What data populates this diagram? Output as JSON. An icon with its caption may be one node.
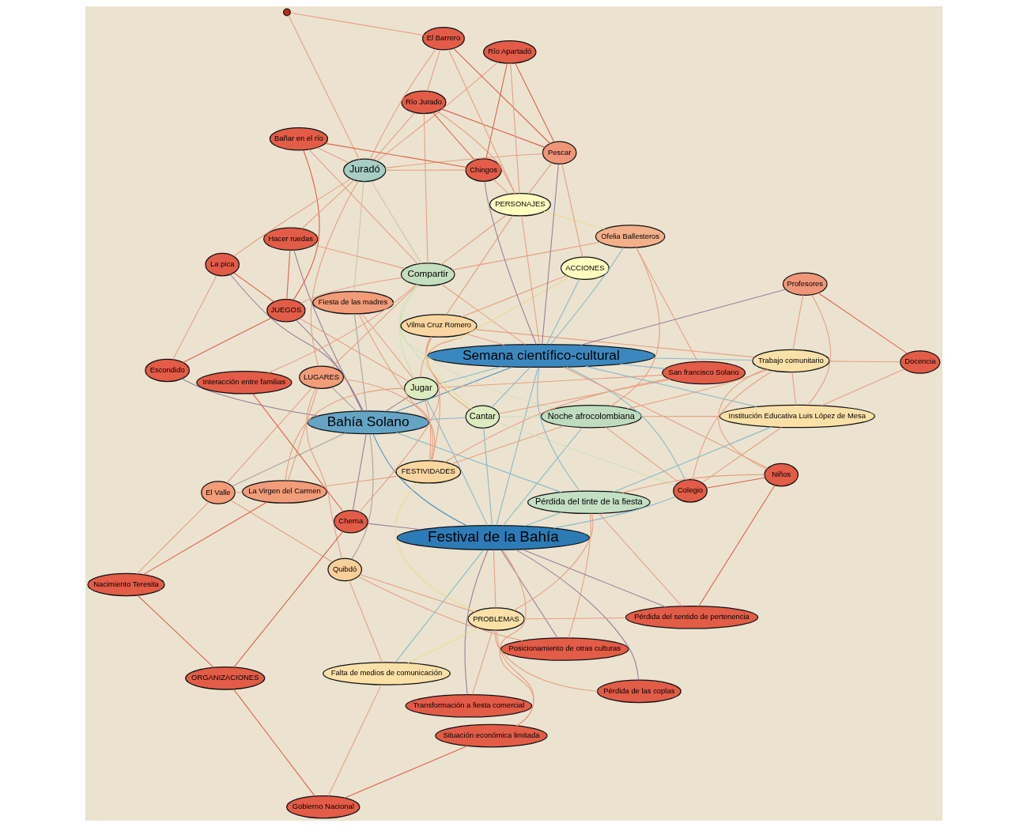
{
  "diagram": {
    "nodes": [
      {
        "text": [
          "Escondido"
        ]
      },
      {
        "text": [
          "Quibdó"
        ]
      },
      {
        "text": [
          "Bahía Solano"
        ]
      },
      {
        "text": [
          "La pica"
        ]
      },
      {
        "text": [
          "JUEGOS"
        ]
      },
      {
        "text": [
          "LUGARES"
        ]
      },
      {
        "text": [
          "El Valle"
        ]
      },
      {
        "text": [
          "Hacer ruedas"
        ]
      },
      {
        "text": [
          "Nacimiento Teresita"
        ]
      },
      {
        "text": [
          "Posicionamiento de otras culturas"
        ]
      },
      {
        "text": [
          "La Virgen del Carmen"
        ]
      },
      {
        "text": [
          "Fiesta de las madres"
        ]
      },
      {
        "text": [
          "Juradó"
        ]
      },
      {
        "text": [
          "Festival de la Bahía"
        ]
      },
      {
        "text": [
          "Compartir"
        ]
      },
      {
        "text": [
          "Bañar en el río"
        ]
      },
      {
        "text": [
          "Gobierno Nacional"
        ]
      },
      {
        "text": [
          "Jugar"
        ]
      },
      {
        "text": [
          "ORGANIZACIONES"
        ]
      },
      {
        "text": [
          "Interacción entre familias"
        ]
      },
      {
        "text": [
          "Cherna"
        ]
      },
      {
        "text": [
          "Transformación a fiesta comercial"
        ]
      },
      {
        "text": [
          "Falta de medios de comunicación"
        ]
      },
      {
        "text": [
          "San francisco Solano"
        ]
      },
      {
        "text": [
          "Vilma Cruz Romero"
        ]
      },
      {
        "text": [
          "Situación económica limitada"
        ]
      },
      {
        "text": [],
        "shape": "circle"
      },
      {
        "text": [
          "FESTIVIDADES"
        ]
      },
      {
        "text": [
          "Cantar"
        ]
      },
      {
        "text": [
          "PROBLEMAS"
        ]
      },
      {
        "text": [
          "Ofelia Ballesteros"
        ]
      },
      {
        "text": [
          "ACCIONES"
        ]
      },
      {
        "text": [
          "Pérdida de las coplas"
        ]
      },
      {
        "text": [
          "Río Jurado"
        ]
      },
      {
        "text": [
          "Chingos"
        ]
      },
      {
        "text": [
          "Noche afrocolombiana"
        ]
      },
      {
        "text": [
          "El Barrero"
        ]
      },
      {
        "text": [
          "Pescar"
        ]
      },
      {
        "text": [
          "Río Apartadó"
        ]
      },
      {
        "text": [
          "Semana científico-cultural"
        ]
      },
      {
        "text": [
          "Pérdida del tinte de la fiesta"
        ]
      },
      {
        "text": [
          "PERSONAJES"
        ]
      },
      {
        "text": [
          "Pérdida del sentido de pertenencia"
        ]
      },
      {
        "text": [
          "Institución Educativa Luis López de Mesa"
        ]
      },
      {
        "text": [
          "Colegio"
        ]
      },
      {
        "text": [
          "Niños"
        ]
      },
      {
        "text": [
          "Profesores"
        ]
      },
      {
        "text": [
          "Trabajo comunitario"
        ]
      },
      {
        "text": [
          "Docencia"
        ]
      }
    ],
    "edges": [
      {
        "from": 2,
        "to": 0,
        "arrow": "none",
        "color": "#9a7f99"
      },
      {
        "from": 2,
        "to": 3,
        "arrow": "none",
        "color": "#9a7f99"
      },
      {
        "from": 2,
        "to": 4,
        "arrow": "none",
        "color": "#9a7f99"
      },
      {
        "from": 2,
        "to": 7,
        "arrow": "none",
        "color": "#9a7f99"
      },
      {
        "from": 2,
        "to": 1,
        "arrow": "none",
        "color": "#a9a3a0"
      },
      {
        "from": 2,
        "to": 6,
        "arrow": "none",
        "color": "#a9a3a0"
      },
      {
        "from": 2,
        "to": 5,
        "arrow": "none",
        "color": "#a9a3a0"
      },
      {
        "from": 2,
        "to": 11,
        "arrow": "none",
        "color": "#a9a3a0"
      },
      {
        "from": 2,
        "to": 17,
        "arrow": "none",
        "color": "#9a7f99"
      },
      {
        "from": 2,
        "to": 13,
        "arrow": "none",
        "color": "#4a8fc0"
      },
      {
        "from": 2,
        "to": 39,
        "arrow": "none",
        "color": "#4a8fc0"
      },
      {
        "from": 2,
        "to": 28,
        "arrow": "none",
        "color": "#8ab8c8"
      },
      {
        "from": 2,
        "to": 40,
        "arrow": "none",
        "color": "#8ab8c8"
      },
      {
        "from": 2,
        "to": 20,
        "arrow": "none",
        "color": "#9a7f99"
      },
      {
        "from": 5,
        "to": 1,
        "arrow": "none"
      },
      {
        "from": 5,
        "to": 6,
        "arrow": "none"
      },
      {
        "from": 5,
        "to": 10,
        "arrow": "none"
      },
      {
        "from": 5,
        "to": 12,
        "arrow": "none"
      },
      {
        "from": 5,
        "to": 14,
        "arrow": "none"
      },
      {
        "from": 5,
        "to": 27,
        "arrow": "none"
      },
      {
        "from": 6,
        "to": 1,
        "arrow": "none"
      },
      {
        "from": 6,
        "to": 8,
        "arrow": "none"
      },
      {
        "from": 6,
        "to": 10,
        "arrow": "none"
      },
      {
        "from": 8,
        "to": 18,
        "arrow": "none",
        "color": "#e0604a"
      },
      {
        "from": 8,
        "to": 10,
        "arrow": "none",
        "color": "#e0604a"
      },
      {
        "from": 1,
        "to": 29,
        "arrow": "none"
      },
      {
        "from": 1,
        "to": 22,
        "arrow": "none"
      },
      {
        "from": 9,
        "to": 1,
        "arrow": "none"
      },
      {
        "from": 9,
        "to": 13,
        "arrow": "none",
        "color": "#9a7f99"
      },
      {
        "from": 9,
        "to": 40,
        "arrow": "none"
      },
      {
        "from": 12,
        "to": 3,
        "arrow": "none"
      },
      {
        "from": 0,
        "to": 3,
        "arrow": "none"
      },
      {
        "from": 12,
        "to": 7,
        "arrow": "none"
      },
      {
        "from": 12,
        "to": 14,
        "arrow": "none",
        "color": "#cfc3a8"
      },
      {
        "from": 12,
        "to": 15,
        "arrow": "none"
      },
      {
        "from": 12,
        "to": 33,
        "arrow": "none"
      },
      {
        "from": 12,
        "to": 36,
        "arrow": "none"
      },
      {
        "from": 12,
        "to": 34,
        "arrow": "none"
      },
      {
        "from": 12,
        "to": 38,
        "arrow": "none"
      },
      {
        "from": 12,
        "to": 26,
        "arrow": "none"
      },
      {
        "from": 12,
        "to": 37,
        "arrow": "none"
      },
      {
        "from": 12,
        "to": 11,
        "arrow": "none",
        "color": "#cfc3a8"
      },
      {
        "from": 4,
        "to": 0,
        "arrow": "none",
        "color": "#e0604a"
      },
      {
        "from": 4,
        "to": 3,
        "arrow": "none",
        "color": "#e0604a"
      },
      {
        "from": 4,
        "to": 7,
        "arrow": "none",
        "color": "#e0604a"
      },
      {
        "from": 4,
        "to": 15,
        "arrow": "none",
        "color": "#e0604a"
      },
      {
        "from": 4,
        "to": 14,
        "arrow": "none"
      },
      {
        "from": 4,
        "to": 17,
        "arrow": "none"
      },
      {
        "from": 14,
        "to": 15,
        "arrow": "none"
      },
      {
        "from": 14,
        "to": 7,
        "arrow": "none"
      },
      {
        "from": 14,
        "to": 17,
        "arrow": "none",
        "color": "#cfe0b8"
      },
      {
        "from": 14,
        "to": 19,
        "arrow": "none"
      },
      {
        "from": 14,
        "to": 28,
        "arrow": "none",
        "color": "#cfe0b8"
      },
      {
        "from": 14,
        "to": 39,
        "arrow": "none"
      },
      {
        "from": 14,
        "to": 35,
        "arrow": "none",
        "color": "#cfe0b8"
      },
      {
        "from": 14,
        "to": 30,
        "arrow": "none"
      },
      {
        "from": 14,
        "to": 41,
        "arrow": "none"
      },
      {
        "from": 14,
        "to": 33,
        "arrow": "none"
      },
      {
        "from": 15,
        "to": 34,
        "arrow": "none",
        "color": "#e0604a"
      },
      {
        "from": 17,
        "to": 11,
        "arrow": "none"
      },
      {
        "from": 17,
        "to": 13,
        "arrow": "none",
        "color": "#8ab8c8"
      },
      {
        "from": 17,
        "to": 39,
        "arrow": "none",
        "color": "#8ab8c8"
      },
      {
        "from": 17,
        "to": 23,
        "arrow": "none"
      },
      {
        "from": 17,
        "to": 27,
        "arrow": "none"
      },
      {
        "from": 17,
        "to": 31,
        "arrow": "none"
      },
      {
        "from": 17,
        "to": 10,
        "arrow": "none"
      },
      {
        "from": 13,
        "to": 21,
        "arrow": "none",
        "color": "#9a7f99"
      },
      {
        "from": 13,
        "to": 25,
        "arrow": "none"
      },
      {
        "from": 13,
        "to": 32,
        "arrow": "none",
        "color": "#9a7f99"
      },
      {
        "from": 13,
        "to": 40,
        "arrow": "none",
        "color": "#8ab8c8"
      },
      {
        "from": 13,
        "to": 29,
        "arrow": "none"
      },
      {
        "from": 13,
        "to": 22,
        "arrow": "none",
        "color": "#8ab8c8"
      },
      {
        "from": 13,
        "to": 39,
        "arrow": "none",
        "color": "#8ab8c8"
      },
      {
        "from": 13,
        "to": 35,
        "arrow": "none",
        "color": "#8ab8c8"
      },
      {
        "from": 13,
        "to": 28,
        "arrow": "none",
        "color": "#8ab8c8"
      },
      {
        "from": 13,
        "to": 44,
        "arrow": "none",
        "color": "#8ab8c8"
      },
      {
        "from": 13,
        "to": 42,
        "arrow": "none",
        "color": "#9a7f99"
      },
      {
        "from": 13,
        "to": 20,
        "arrow": "none",
        "color": "#9a7f99"
      },
      {
        "from": 16,
        "to": 18,
        "arrow": "none",
        "color": "#e0604a"
      },
      {
        "from": 16,
        "to": 25,
        "arrow": "none",
        "color": "#e0604a"
      },
      {
        "from": 16,
        "to": 22,
        "arrow": "none"
      },
      {
        "from": 18,
        "to": 20,
        "arrow": "none",
        "color": "#e0604a"
      },
      {
        "from": 19,
        "to": 20,
        "arrow": "none",
        "color": "#e0604a"
      },
      {
        "from": 20,
        "to": 24,
        "arrow": "none"
      },
      {
        "from": 29,
        "to": 22,
        "arrow": "none",
        "color": "#f0d890"
      },
      {
        "from": 29,
        "to": 25,
        "arrow": "none"
      },
      {
        "from": 29,
        "to": 21,
        "arrow": "none"
      },
      {
        "from": 29,
        "to": 32,
        "arrow": "none"
      },
      {
        "from": 29,
        "to": 40,
        "arrow": "none"
      },
      {
        "from": 29,
        "to": 42,
        "arrow": "none"
      },
      {
        "from": 29,
        "to": 27,
        "arrow": "none",
        "color": "#f0d890"
      },
      {
        "from": 39,
        "to": 24,
        "arrow": "none"
      },
      {
        "from": 39,
        "to": 30,
        "arrow": "none",
        "color": "#8ab8c8"
      },
      {
        "from": 39,
        "to": 23,
        "arrow": "none",
        "color": "#8ab8c8"
      },
      {
        "from": 39,
        "to": 31,
        "arrow": "none",
        "color": "#8ab8c8"
      },
      {
        "from": 39,
        "to": 43,
        "arrow": "none",
        "color": "#8ab8c8"
      },
      {
        "from": 39,
        "to": 44,
        "arrow": "none",
        "color": "#8ab8c8"
      },
      {
        "from": 39,
        "to": 46,
        "arrow": "none",
        "color": "#9a7f99"
      },
      {
        "from": 39,
        "to": 47,
        "arrow": "none",
        "color": "#8ab8c8"
      },
      {
        "from": 39,
        "to": 37,
        "arrow": "none",
        "color": "#9a7f99"
      },
      {
        "from": 39,
        "to": 34,
        "arrow": "none",
        "color": "#9a7f99"
      },
      {
        "from": 39,
        "to": 41,
        "arrow": "none"
      },
      {
        "from": 39,
        "to": 40,
        "arrow": "none",
        "color": "#8ab8c8"
      },
      {
        "from": 39,
        "to": 28,
        "arrow": "none",
        "color": "#8ab8c8"
      },
      {
        "from": 39,
        "to": 45,
        "arrow": "none"
      },
      {
        "from": 24,
        "to": 27,
        "arrow": "none"
      },
      {
        "from": 24,
        "to": 31,
        "arrow": "none"
      },
      {
        "from": 24,
        "to": 41,
        "arrow": "none"
      },
      {
        "from": 24,
        "to": 28,
        "arrow": "none"
      },
      {
        "from": 24,
        "to": 47,
        "arrow": "none"
      },
      {
        "from": 27,
        "to": 11,
        "arrow": "none"
      },
      {
        "from": 27,
        "to": 10,
        "arrow": "none"
      },
      {
        "from": 27,
        "to": 35,
        "arrow": "none"
      },
      {
        "from": 27,
        "to": 23,
        "arrow": "none"
      },
      {
        "from": 23,
        "to": 30,
        "arrow": "none"
      },
      {
        "from": 23,
        "to": 28,
        "arrow": "none"
      },
      {
        "from": 30,
        "to": 41,
        "arrow": "none",
        "color": "#f0d890"
      },
      {
        "from": 30,
        "to": 35,
        "arrow": "none"
      },
      {
        "from": 31,
        "to": 28,
        "arrow": "none",
        "color": "#f0e8a0"
      },
      {
        "from": 31,
        "to": 37,
        "arrow": "none"
      },
      {
        "from": 28,
        "to": 35,
        "arrow": "none",
        "color": "#cfe0b8"
      },
      {
        "from": 28,
        "to": 44,
        "arrow": "none",
        "color": "#cfe0b8"
      },
      {
        "from": 35,
        "to": 43,
        "arrow": "none"
      },
      {
        "from": 35,
        "to": 47,
        "arrow": "none"
      },
      {
        "from": 35,
        "to": 44,
        "arrow": "none"
      },
      {
        "from": 40,
        "to": 42,
        "arrow": "none"
      },
      {
        "from": 40,
        "to": 43,
        "arrow": "none",
        "color": "#8ab8c8"
      },
      {
        "from": 40,
        "to": 45,
        "arrow": "none"
      },
      {
        "from": 42,
        "to": 45,
        "arrow": "none",
        "color": "#e0604a"
      },
      {
        "from": 33,
        "to": 36,
        "arrow": "none"
      },
      {
        "from": 33,
        "to": 37,
        "arrow": "none",
        "color": "#e0604a"
      },
      {
        "from": 33,
        "to": 34,
        "arrow": "none",
        "color": "#e0604a"
      },
      {
        "from": 33,
        "to": 41,
        "arrow": "none"
      },
      {
        "from": 34,
        "to": 38,
        "arrow": "none",
        "color": "#e0604a"
      },
      {
        "from": 34,
        "to": 41,
        "arrow": "none"
      },
      {
        "from": 36,
        "to": 37,
        "arrow": "none",
        "color": "#e0604a"
      },
      {
        "from": 36,
        "to": 41,
        "arrow": "none"
      },
      {
        "from": 37,
        "to": 38,
        "arrow": "none",
        "color": "#e0604a"
      },
      {
        "from": 37,
        "to": 41,
        "arrow": "none"
      },
      {
        "from": 26,
        "to": 36,
        "arrow": "none"
      },
      {
        "from": 41,
        "to": 38,
        "arrow": "none"
      },
      {
        "from": 43,
        "to": 46,
        "arrow": "none"
      },
      {
        "from": 43,
        "to": 47,
        "arrow": "none"
      },
      {
        "from": 43,
        "to": 48,
        "arrow": "none"
      },
      {
        "from": 43,
        "to": 44,
        "arrow": "none"
      },
      {
        "from": 44,
        "to": 45,
        "arrow": "none",
        "color": "#e0604a"
      },
      {
        "from": 44,
        "to": 47,
        "arrow": "none"
      },
      {
        "from": 45,
        "to": 47,
        "arrow": "none"
      },
      {
        "from": 46,
        "to": 48,
        "arrow": "none",
        "color": "#e0604a"
      },
      {
        "from": 46,
        "to": 47,
        "arrow": "none"
      },
      {
        "from": 47,
        "to": 48,
        "arrow": "none"
      }
    ]
  }
}
